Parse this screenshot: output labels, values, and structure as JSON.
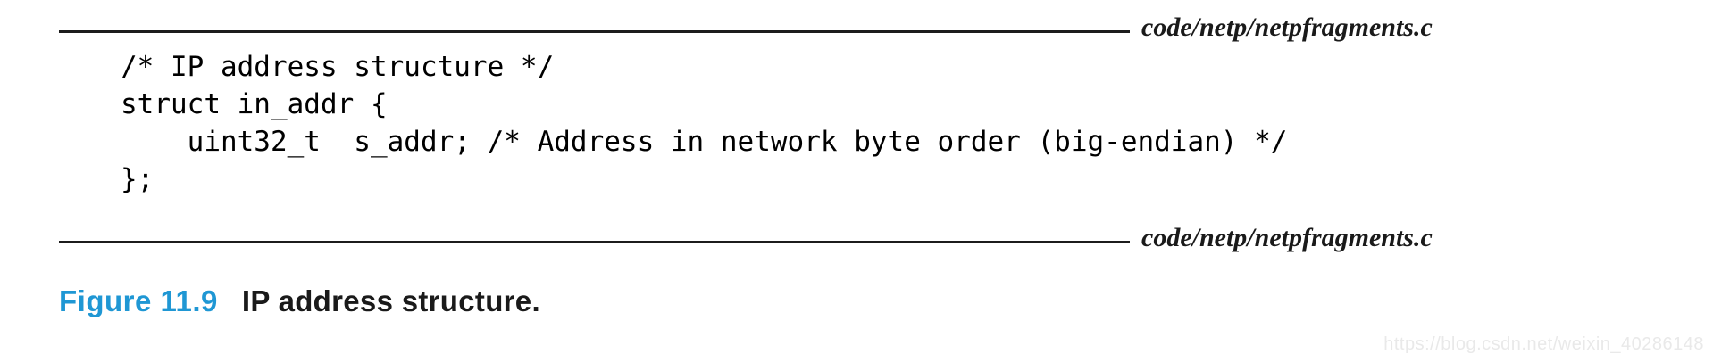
{
  "source_file": {
    "top_label": "code/netp/netpfragments.c",
    "bottom_label": "code/netp/netpfragments.c"
  },
  "code": {
    "lines": [
      "/* IP address structure */",
      "struct in_addr {",
      "    uint32_t  s_addr; /* Address in network byte order (big-endian) */",
      "};"
    ]
  },
  "caption": {
    "number": "Figure 11.9",
    "text": "IP address structure."
  },
  "watermark": "https://blog.csdn.net/weixin_40286148",
  "colors": {
    "caption_accent": "#1f97d4",
    "text": "#1a1a1a",
    "code_text": "#000000",
    "watermark": "#e9e9e9",
    "rule": "#1c1c1c"
  }
}
